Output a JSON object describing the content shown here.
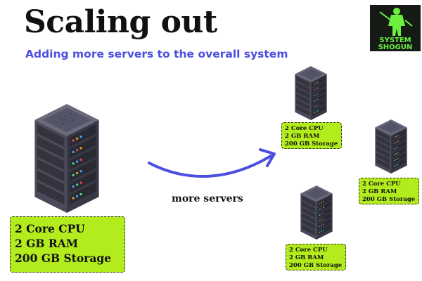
{
  "header": {
    "title": "Scaling out",
    "subtitle": "Adding more servers to the overall system"
  },
  "logo": {
    "line1": "SYSTEM",
    "line2": "SHOGUN",
    "icon": "ninja-icon",
    "accent": "#6cf040"
  },
  "main_server": {
    "icon": "server-rack-icon",
    "specs": [
      "2 Core CPU",
      "2 GB RAM",
      "200 GB Storage"
    ]
  },
  "arrow": {
    "label": "more servers",
    "color": "#4b4fe0"
  },
  "new_servers": [
    {
      "icon": "server-rack-icon",
      "specs": [
        "2 Core CPU",
        "2 GB RAM",
        "200 GB Storage"
      ]
    },
    {
      "icon": "server-rack-icon",
      "specs": [
        "2 Core CPU",
        "2 GB RAM",
        "200 GB Storage"
      ]
    },
    {
      "icon": "server-rack-icon",
      "specs": [
        "2 Core CPU",
        "2 GB RAM",
        "200 GB Storage"
      ]
    }
  ],
  "colors": {
    "spec_box": "#b3ec1c",
    "server_body": "#4a4a5a",
    "title": "#111111",
    "subtitle": "#4b4fe0"
  }
}
